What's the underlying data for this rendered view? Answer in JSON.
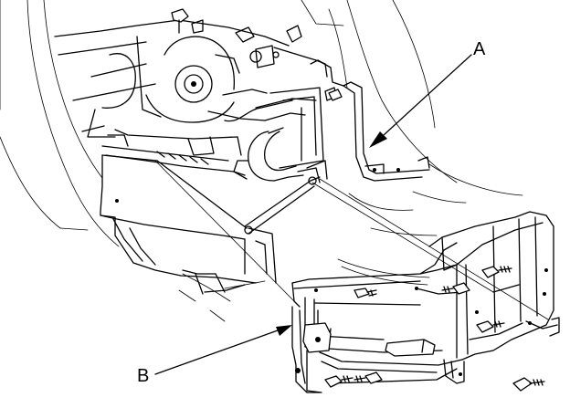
{
  "callouts": [
    {
      "id": "A",
      "label": "A"
    },
    {
      "id": "B",
      "label": "B"
    }
  ],
  "icons": {
    "arrow": "arrow-icon",
    "bolt": "bolt-icon"
  }
}
